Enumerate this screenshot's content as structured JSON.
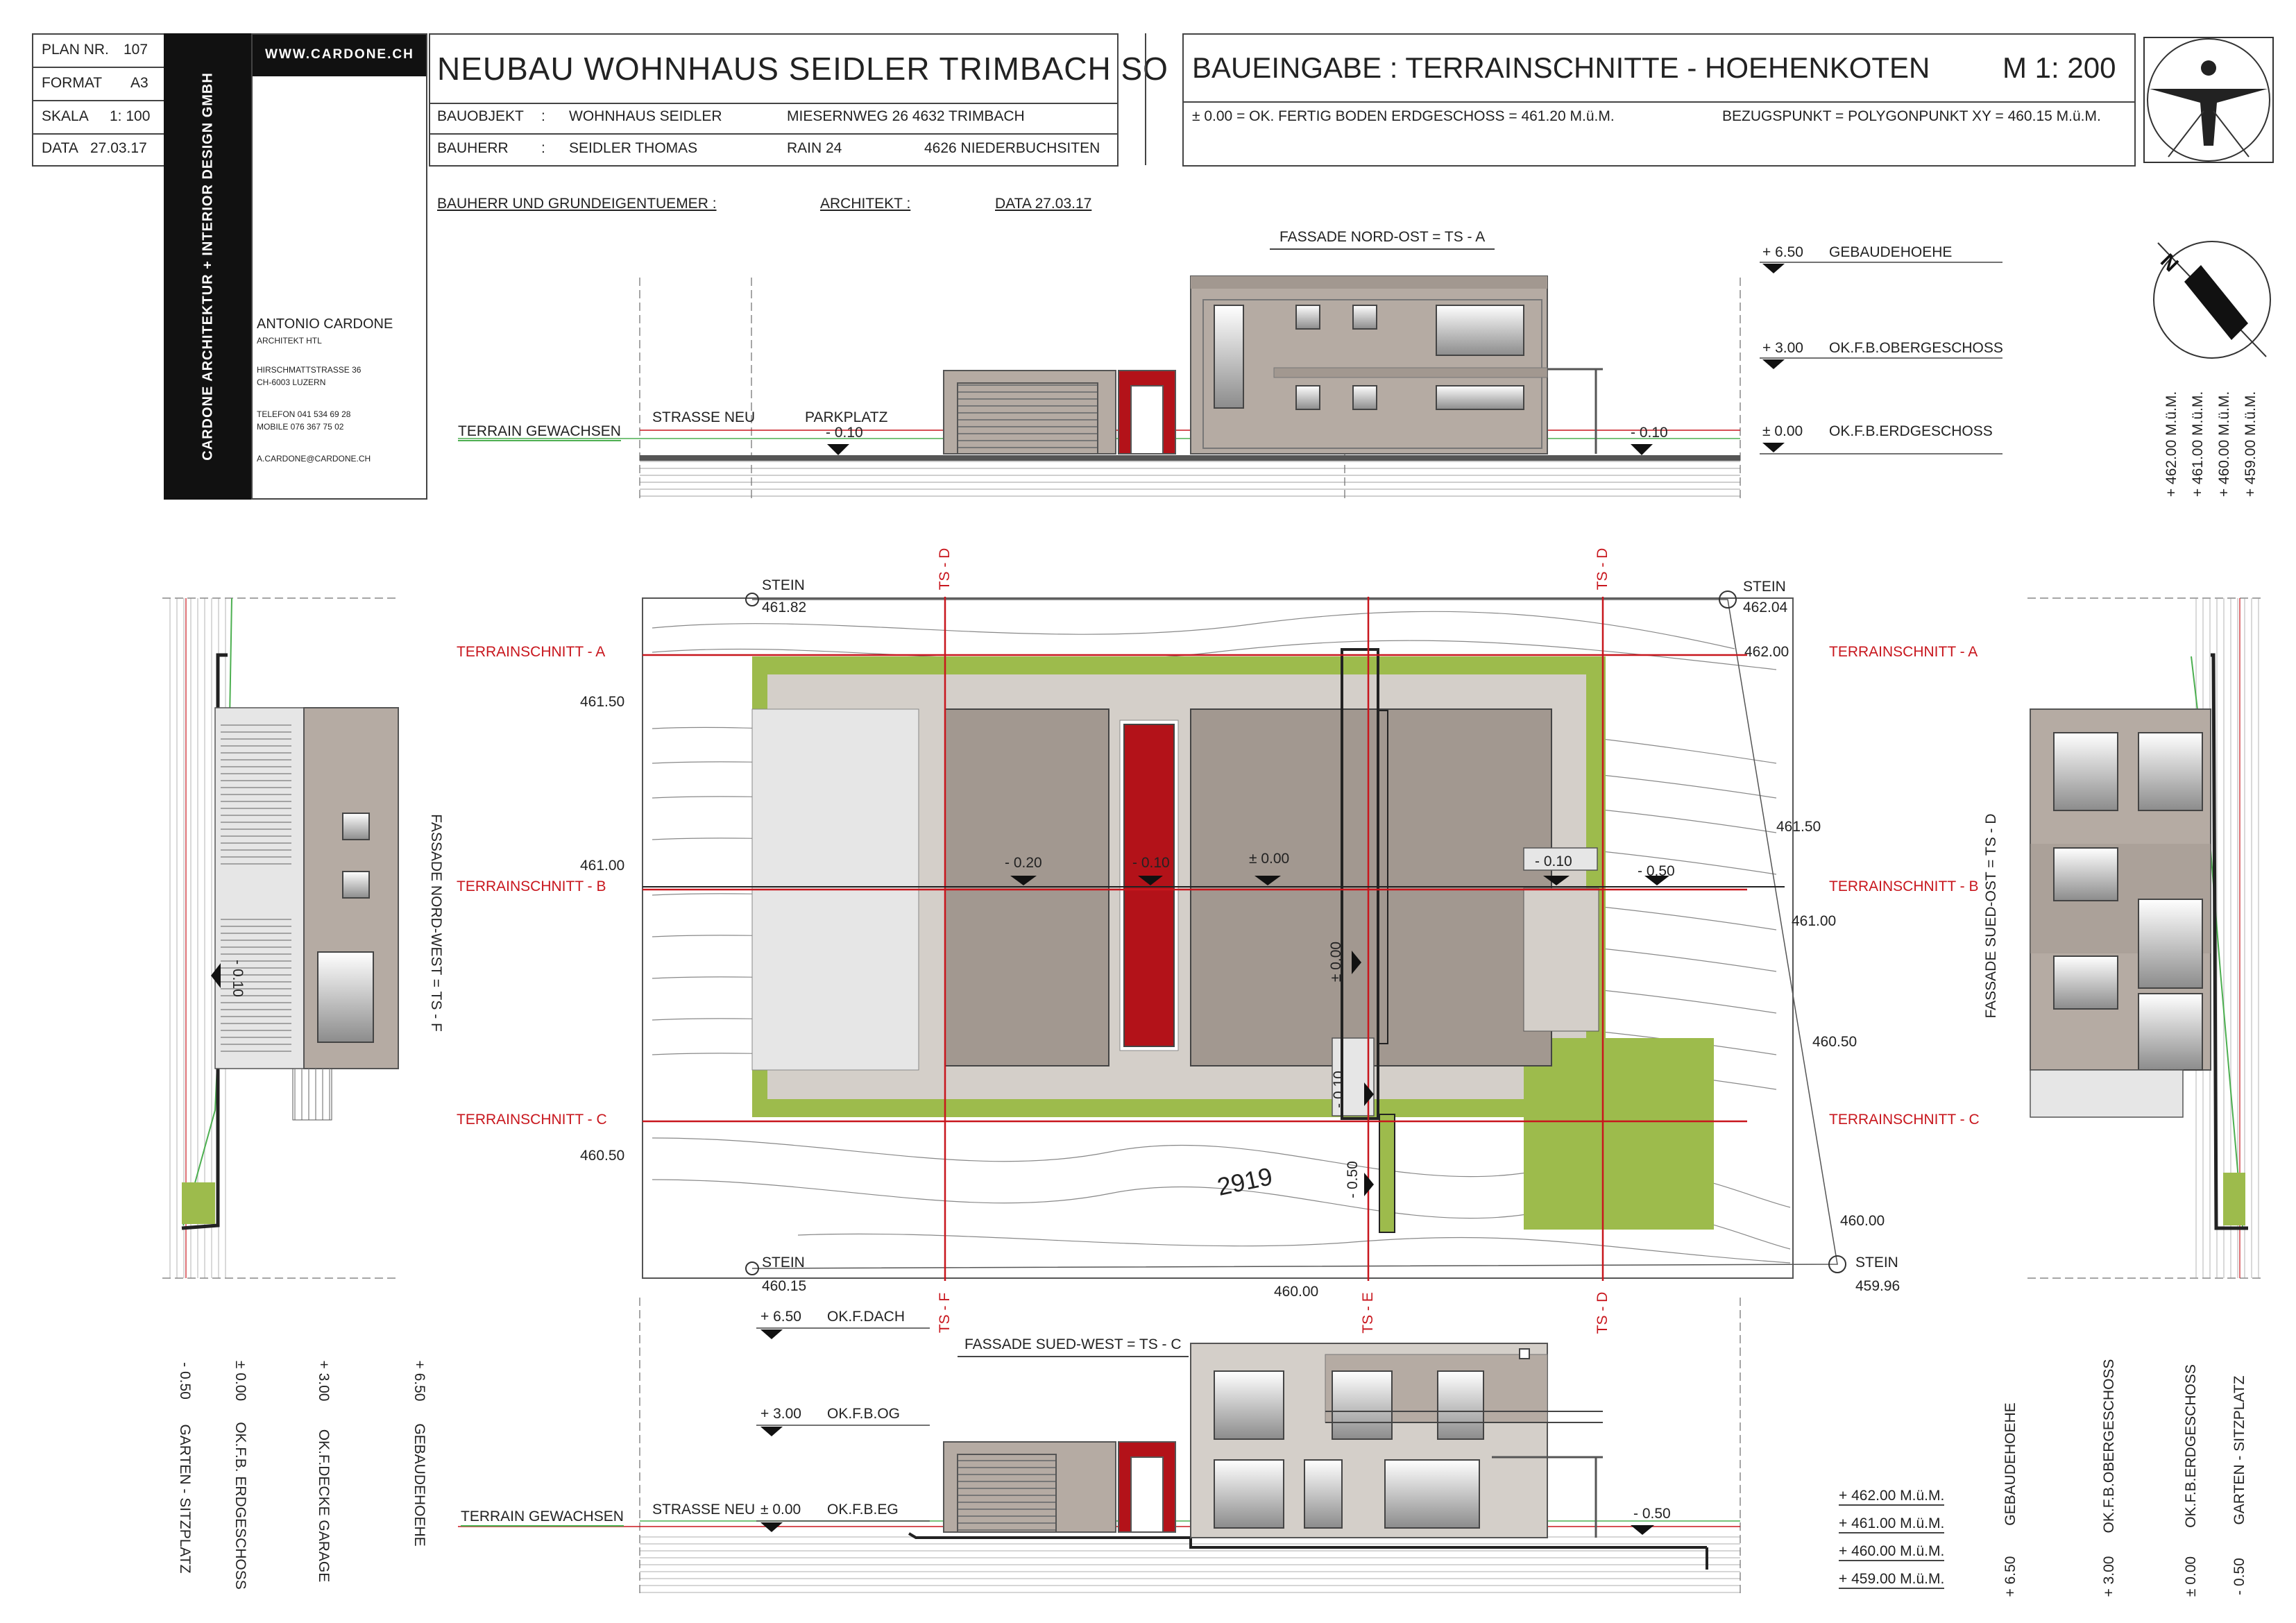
{
  "plan": {
    "plan_nr_label": "PLAN NR.",
    "plan_nr": "107",
    "format_label": "FORMAT",
    "format": "A3",
    "skala_label": "SKALA",
    "skala": "1: 100",
    "data_label": "DATA",
    "data": "27.03.17"
  },
  "firm": {
    "vertical": "CARDONE ARCHITEKTUR  +  INTERIOR DESIGN GMBH",
    "web": "WWW.CARDONE.CH",
    "name": "ANTONIO CARDONE",
    "title": "ARCHITEKT HTL",
    "street": "HIRSCHMATTSTRASSE 36",
    "city": "CH-6003 LUZERN",
    "phone": "TELEFON 041 534 69 28",
    "mobile": "MOBILE   076 367 75 02",
    "email": "A.CARDONE@CARDONE.CH"
  },
  "project": {
    "title": "NEUBAU  WOHNHAUS  SEIDLER  TRIMBACH  SO",
    "bauobjekt_label": "BAUOBJEKT",
    "colon": ":",
    "bauobjekt": "WOHNHAUS  SEIDLER",
    "bauobjekt_address": "MIESERNWEG 26   4632  TRIMBACH",
    "bauherr_label": "BAUHERR",
    "bauherr": "SEIDLER  THOMAS",
    "bauherr_street": "RAIN  24",
    "bauherr_city": "4626 NIEDERBUCHSITEN",
    "sign_owner": "BAUHERR   UND   GRUNDEIGENTUEMER   :",
    "sign_architect": "ARCHITEKT   :",
    "sign_date": "DATA  27.03.17"
  },
  "header": {
    "title": "BAUEINGABE : TERRAINSCHNITTE - HOEHENKOTEN",
    "scale": "M 1: 200",
    "reference": "± 0.00 = OK. FERTIG  BODEN  ERDGESCHOSS = 461.20 M.ü.M.",
    "bezug": "BEZUGSPUNKT = POLYGONPUNKT    XY   =   460.15 M.ü.M."
  },
  "elevation_ne": {
    "label": "FASSADE NORD-OST = TS - A",
    "terrain": "TERRAIN GEWACHSEN",
    "strasse": "STRASSE NEU",
    "parkplatz": "PARKPLATZ",
    "level_left": "- 0.10",
    "level_right": "- 0.10"
  },
  "heights_top": [
    {
      "value": "+ 6.50",
      "label": "GEBAUDEHOEHE"
    },
    {
      "value": "+ 3.00",
      "label": "OK.F.B.OBERGESCHOSS"
    },
    {
      "value": "± 0.00",
      "label": "OK.F.B.ERDGESCHOSS"
    }
  ],
  "abs_levels": [
    "+ 462.00 M.ü.M.",
    "+ 461.00 M.ü.M.",
    "+ 460.00 M.ü.M.",
    "+ 459.00 M.ü.M."
  ],
  "site": {
    "stein_label": "STEIN",
    "stein_nw": "461.82",
    "stein_ne": "462.04",
    "stein_sw": "460.15",
    "stein_se": "459.96",
    "ts_a": "TERRAINSCHNITT - A",
    "ts_b": "TERRAINSCHNITT - B",
    "ts_c": "TERRAINSCHNITT - C",
    "ts_d": "TS - D",
    "ts_e": "TS - E",
    "ts_f": "TS - F",
    "contours": [
      "462.00",
      "461.50",
      "461.00",
      "460.50",
      "460.00"
    ],
    "left_contours": [
      "461.50",
      "461.00",
      "460.50"
    ],
    "parcel": "2919",
    "lvl_m020": "- 0.20",
    "lvl_m010": "- 0.10",
    "lvl_000": "± 0.00",
    "lvl_m050": "- 0.50"
  },
  "fassade_nw": "FASSADE NORD-WEST = TS - F",
  "fassade_so": "FASSADE SUED-OST = TS - D",
  "elevation_sw": {
    "label": "FASSADE SUED-WEST = TS - C",
    "terrain": "TERRAIN GEWACHSEN",
    "strasse": "STRASSE NEU",
    "levels": [
      {
        "value": "+ 6.50",
        "label": "OK.F.DACH"
      },
      {
        "value": "+ 3.00",
        "label": "OK.F.B.OG"
      },
      {
        "value": "± 0.00",
        "label": "OK.F.B.EG"
      }
    ],
    "level_right": "- 0.50"
  },
  "bottom_left": [
    {
      "value": "- 0.50",
      "label": "GARTEN - SITZPLATZ"
    },
    {
      "value": "± 0.00",
      "label": "OK.F.B. ERDGESCHOSS"
    },
    {
      "value": "+ 3.00",
      "label": "OK.F.DECKE GARAGE"
    },
    {
      "value": "+ 6.50",
      "label": "GEBAUDEHOEHE"
    }
  ],
  "bottom_right": [
    {
      "value": "+ 6.50",
      "label": "GEBAUDEHOEHE"
    },
    {
      "value": "+ 3.00",
      "label": "OK.F.B.OBERGESCHOSS"
    },
    {
      "value": "± 0.00",
      "label": "OK.F.B.ERDGESCHOSS"
    },
    {
      "value": "- 0.50",
      "label": "GARTEN - SITZPLATZ"
    }
  ],
  "colors": {
    "red": "#c8161d",
    "green": "#9dbb4c",
    "grey": "#b5aba3",
    "dark": "#a29890"
  }
}
